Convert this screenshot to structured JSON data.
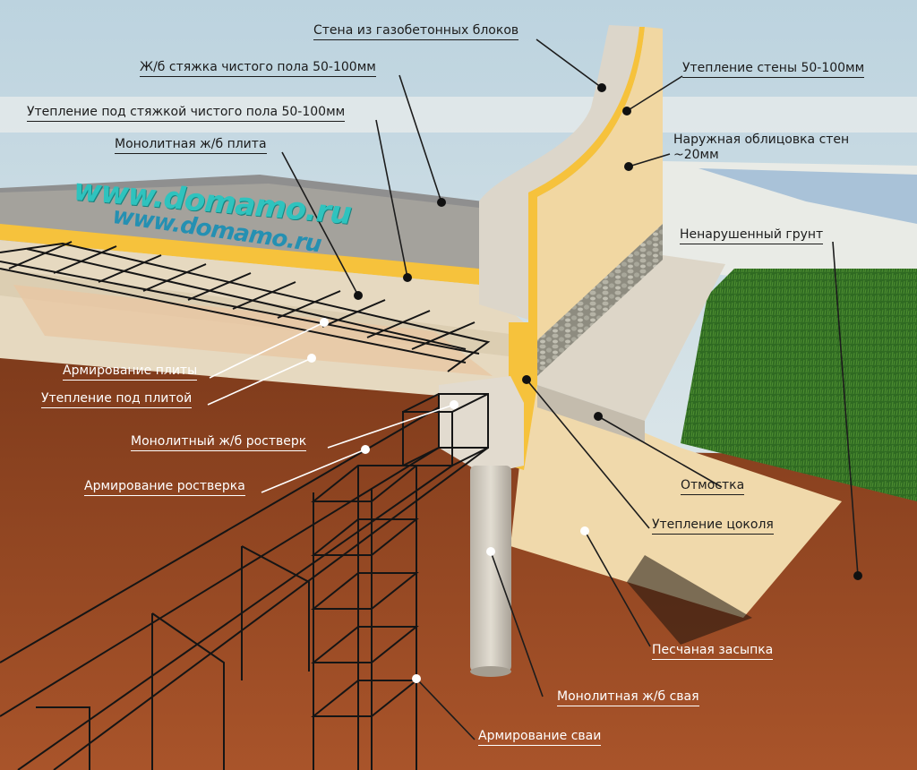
{
  "watermark": {
    "line1": "www.domamo.ru",
    "line2": "www.domamo.ru"
  },
  "labels": {
    "wall_blocks": "Стена из газобетонных блоков",
    "floor_screed": "Ж/б стяжка чистого пола 50-100мм",
    "wall_insulation": "Утепление стены 50-100мм",
    "screed_insulation": "Утепление под стяжкой чистого пола 50-100мм",
    "slab": "Монолитная ж/б плита",
    "facing_line1": "Наружная облицовка стен",
    "facing_line2": "~20мм",
    "ground": "Ненарушенный грунт",
    "slab_rebar": "Армирование плиты",
    "slab_insulation": "Утепление под плитой",
    "grillage": "Монолитный ж/б ростверк",
    "grillage_rebar": "Армирование ростверка",
    "blind_area": "Отмостка",
    "plinth_insulation": "Утепление цоколя",
    "sand_fill": "Песчаная засыпка",
    "pile": "Монолитная ж/б свая",
    "pile_rebar": "Армирование сваи"
  },
  "colors": {
    "sky": "#dbe5ea",
    "soil": "#9a4a22",
    "insulation": "#f6c23c",
    "concrete": "#cfc5b5",
    "sand": "#ecd6a7",
    "grass": "#2f6a22",
    "rebar": "#151515"
  }
}
